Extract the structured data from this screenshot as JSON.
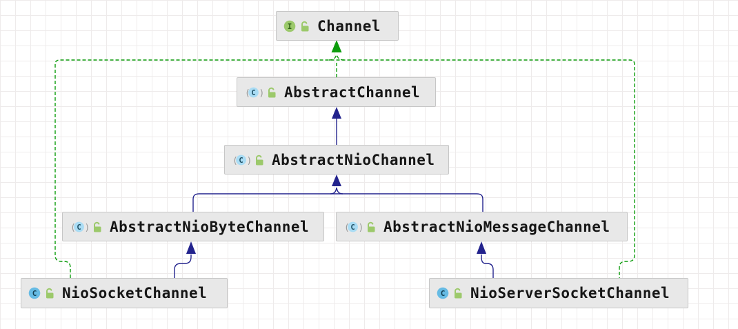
{
  "diagram": {
    "description": "Class hierarchy diagram of Netty Channel classes",
    "icon_letters": {
      "interface_letter": "I",
      "class_letter": "C",
      "paren_open": "(",
      "paren_close": ")"
    },
    "nodes": {
      "channel": {
        "label": "Channel",
        "kind": "interface",
        "visibility": "public"
      },
      "abstractChannel": {
        "label": "AbstractChannel",
        "kind": "abstract-class",
        "visibility": "public"
      },
      "abstractNioChannel": {
        "label": "AbstractNioChannel",
        "kind": "abstract-class",
        "visibility": "public"
      },
      "abstractNioByteChannel": {
        "label": "AbstractNioByteChannel",
        "kind": "abstract-class",
        "visibility": "public"
      },
      "abstractNioMessageChannel": {
        "label": "AbstractNioMessageChannel",
        "kind": "abstract-class",
        "visibility": "public"
      },
      "nioSocketChannel": {
        "label": "NioSocketChannel",
        "kind": "class",
        "visibility": "public"
      },
      "nioServerSocketChannel": {
        "label": "NioServerSocketChannel",
        "kind": "class",
        "visibility": "public"
      }
    },
    "edges": [
      {
        "from": "AbstractChannel",
        "to": "Channel",
        "type": "implements"
      },
      {
        "from": "NioSocketChannel",
        "to": "Channel",
        "type": "implements"
      },
      {
        "from": "NioServerSocketChannel",
        "to": "Channel",
        "type": "implements"
      },
      {
        "from": "AbstractNioChannel",
        "to": "AbstractChannel",
        "type": "extends"
      },
      {
        "from": "AbstractNioByteChannel",
        "to": "AbstractNioChannel",
        "type": "extends"
      },
      {
        "from": "AbstractNioMessageChannel",
        "to": "AbstractNioChannel",
        "type": "extends"
      },
      {
        "from": "NioSocketChannel",
        "to": "AbstractNioByteChannel",
        "type": "extends"
      },
      {
        "from": "NioServerSocketChannel",
        "to": "AbstractNioMessageChannel",
        "type": "extends"
      }
    ],
    "colors": {
      "implements_edge": "#0c9c0c",
      "extends_edge": "#23238d",
      "node_background": "#e8e8e8",
      "node_border": "#c6c6c6",
      "interface_icon": "#9cc96b",
      "abstract_class_icon": "#a9dcf4",
      "class_icon": "#66bbe4",
      "lock_icon": "#9cc96b",
      "grid_line": "#eeebeb"
    }
  }
}
